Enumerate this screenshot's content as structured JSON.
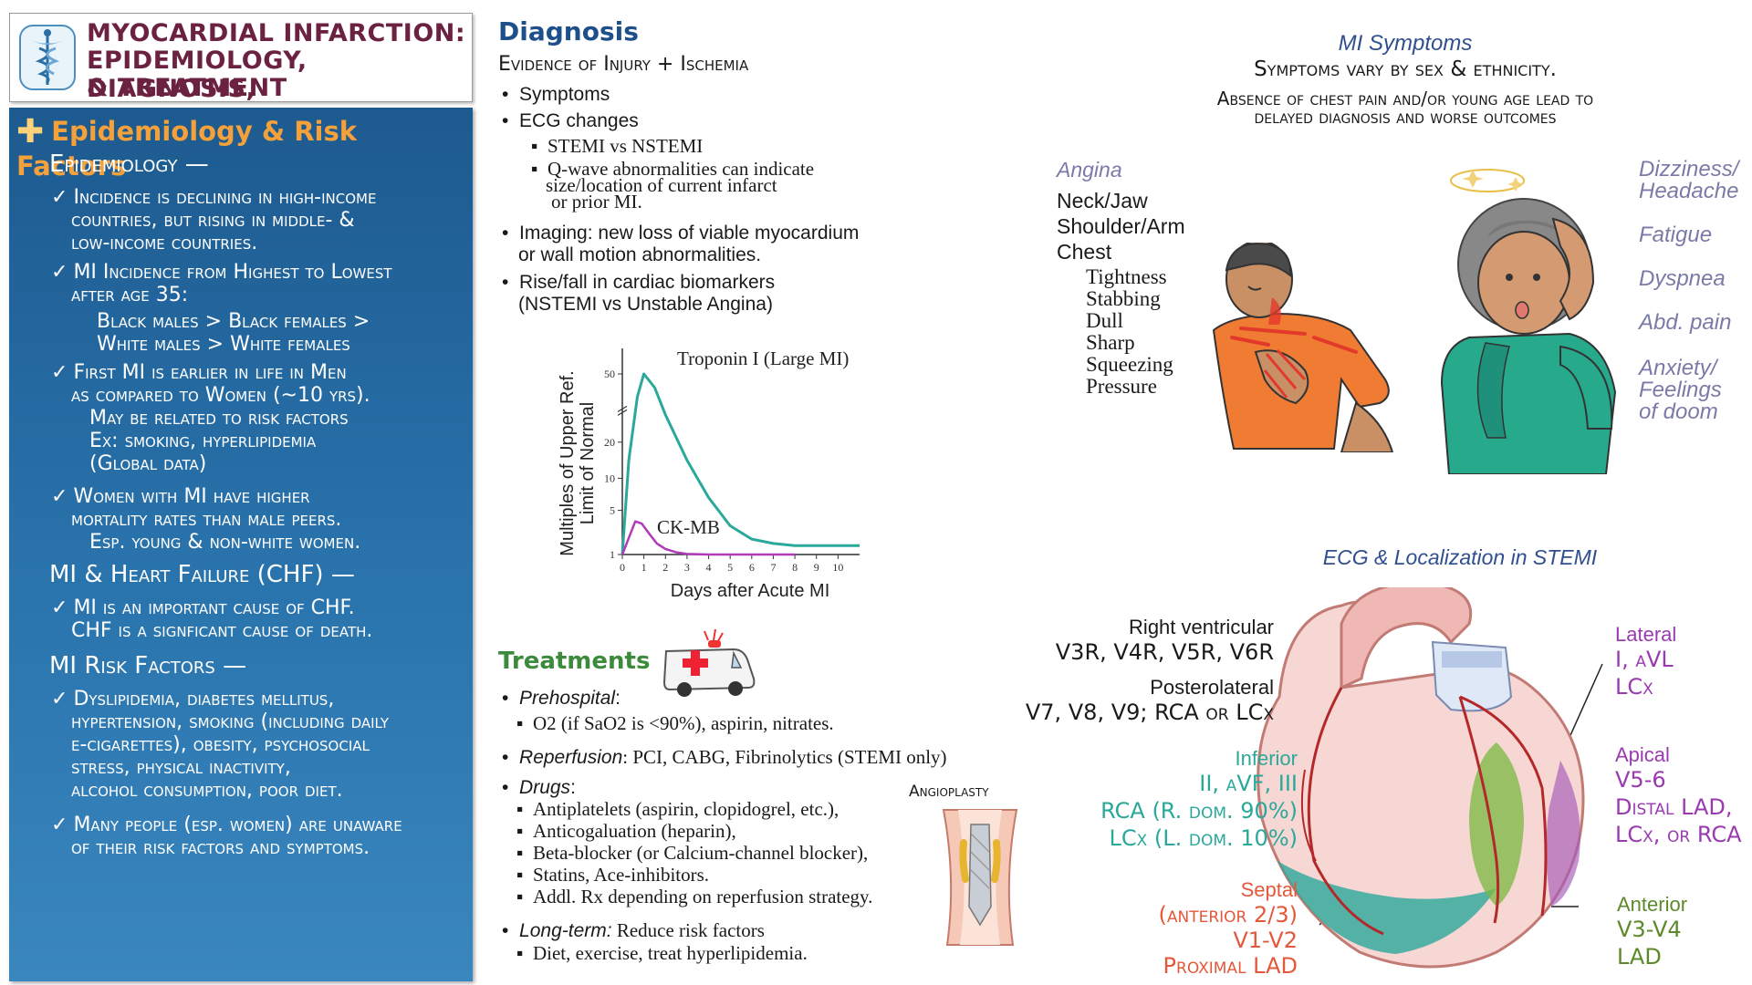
{
  "title": {
    "line1": "MYOCARDIAL INFARCTION:",
    "line2": "EPIDEMIOLOGY, DIAGNOSIS,",
    "line3": "& TREATMENT"
  },
  "epi": {
    "header": "Epidemiology & Risk Factors",
    "epidemiology_label": "Epidemiology —",
    "b1_l1": "Incidence is declining in high-income",
    "b1_l2": "countries, but rising in middle- &",
    "b1_l3": "low-income countries.",
    "b2_l1": "MI Incidence from Highest to Lowest",
    "b2_l2": "after age 35:",
    "b2_l3": "Black males > Black females >",
    "b2_l4": "White males > White females",
    "b3_l1": "First MI is earlier in life in Men",
    "b3_l2": "as compared to Women (~10 yrs).",
    "b3_l3": "May be related to risk factors",
    "b3_l4": "Ex: smoking, hyperlipidemia",
    "b3_l5": "(Global data)",
    "b4_l1": "Women with MI have higher",
    "b4_l2": "mortality rates than male peers.",
    "b4_l3": "Esp. young & non-white women.",
    "chf_label": "MI & Heart Failure  (CHF) —",
    "b5_l1": "MI is an important cause of CHF.",
    "b5_l2": "CHF is a signficant cause of death.",
    "rf_label": "MI  Risk Factors —",
    "b6_l1": "Dyslipidemia, diabetes mellitus,",
    "b6_l2": "hypertension, smoking (including daily",
    "b6_l3": "e-cigarettes), obesity, psychosocial",
    "b6_l4": "stress, physical inactivity,",
    "b6_l5": "alcohol consumption, poor diet.",
    "b7_l1": "Many people (esp. women) are unaware",
    "b7_l2": "of  their risk factors and symptoms."
  },
  "diagnosis": {
    "header": "Diagnosis",
    "sub": "Evidence of Injury + Ischemia",
    "d1": "Symptoms",
    "d2": "ECG changes",
    "d2a": "STEMI vs NSTEMI",
    "d2b_l1": "Q-wave abnormalities can indicate",
    "d2b_l2": "size/location of current infarct",
    "d2b_l3": "or prior MI.",
    "d3_l1": "Imaging: new loss of viable myocardium",
    "d3_l2": "or wall motion abnormalities.",
    "d4_l1": "Rise/fall in cardiac biomarkers",
    "d4_l2": "(NSTEMI vs Unstable Angina)"
  },
  "chart_data": {
    "type": "line",
    "xlabel": "Days after Acute MI",
    "ylabel_l1": "Multiples of Upper Ref.",
    "ylabel_l2": "Limit of Normal",
    "x_ticks": [
      0,
      1,
      2,
      3,
      4,
      5,
      6,
      7,
      8,
      9,
      10
    ],
    "y_ticks": [
      1,
      5,
      10,
      20,
      50
    ],
    "series": [
      {
        "name": "Troponin I (Large MI)",
        "color": "#2aa89a",
        "x": [
          0,
          0.3,
          0.7,
          1.0,
          1.5,
          2.0,
          3.0,
          4.0,
          5.0,
          6.0,
          7.0,
          8.0,
          9.0,
          10.0,
          11.0
        ],
        "y": [
          1,
          15,
          40,
          50,
          44,
          32,
          15,
          7,
          3.6,
          2.4,
          2.0,
          1.8,
          1.8,
          1.8,
          1.8
        ]
      },
      {
        "name": "CK-MB",
        "color": "#b03ab8",
        "x": [
          0,
          0.3,
          0.6,
          0.9,
          1.2,
          1.6,
          2.0,
          2.5,
          3.0,
          4.0,
          5.0,
          6.0,
          7.0,
          8.0
        ],
        "y": [
          1,
          2.5,
          4.0,
          3.8,
          3.0,
          2.0,
          1.5,
          1.2,
          1.05,
          1,
          1,
          1,
          1,
          1
        ]
      }
    ]
  },
  "treatments": {
    "header": "Treatments",
    "t1": "Prehospital",
    "t1_colon": ":",
    "t1a": "O2 (if SaO2 is <90%), aspirin, nitrates.",
    "t2": "Reperfusion",
    "t2_rest": ": PCI, CABG, Fibrinolytics (STEMI only)",
    "t3": "Drugs",
    "t3_colon": ":",
    "t3a": "Antiplatelets (aspirin, clopidogrel, etc.),",
    "t3b": "Anticogaluation (heparin),",
    "t3c": "Beta-blocker (or Calcium-channel blocker),",
    "t3d": "Statins, Ace-inhibitors.",
    "t3e": "Addl. Rx depending on reperfusion strategy.",
    "t4": "Long-term:",
    "t4_rest": " Reduce risk factors",
    "t4a": "Diet, exercise, treat hyperlipidemia.",
    "angioplasty_label": "Angioplasty"
  },
  "symptoms": {
    "header": "MI Symptoms",
    "line1": "Symptoms vary by sex & ethnicity.",
    "line2": "Absence of chest pain and/or young age lead to",
    "line3": "delayed diagnosis and worse outcomes",
    "angina": "Angina",
    "neck": "Neck/Jaw",
    "shoulder": "Shoulder/Arm",
    "chest": "Chest",
    "c1": "Tightness",
    "c2": "Stabbing",
    "c3": "Dull",
    "c4": "Sharp",
    "c5": "Squeezing",
    "c6": "Pressure",
    "r1a": "Dizziness/",
    "r1b": "Headache",
    "r2": "Fatigue",
    "r3": "Dyspnea",
    "r4": "Abd. pain",
    "r5a": "Anxiety/",
    "r5b": "Feelings",
    "r5c": "of doom"
  },
  "ecg": {
    "header": "ECG & Localization in STEMI",
    "rv_label": "Right ventricular",
    "rv_leads": "V3R, V4R, V5R, V6R",
    "pl_label": "Posterolateral",
    "pl_leads": "V7, V8, V9; RCA or LCx",
    "inf_label": "Inferior",
    "inf_leads": "II, aVF, III",
    "inf_a": "RCA (R. dom. 90%)",
    "inf_b": "LCx (L. dom. 10%)",
    "sep_label": "Septal",
    "sep_a": "(anterior 2/3)",
    "sep_b": "V1-V2",
    "sep_c": "Proximal LAD",
    "lat_label": "Lateral",
    "lat_a": "I, aVL",
    "lat_b": "LCx",
    "api_label": "Apical",
    "api_a": "V5-6",
    "api_b": "Distal LAD,",
    "api_c": "LCx, or RCA",
    "ant_label": "Anterior",
    "ant_a": "V3-V4",
    "ant_b": "LAD"
  },
  "colors": {
    "title": "#6b2140",
    "panel": "#1d5a8f",
    "accent_orange": "#f4a13b",
    "diagnosis_blue": "#1d4f8a",
    "treat_green": "#3c8a3c",
    "teal": "#2aa89a",
    "purple": "#9a3ab0",
    "septal": "#e4583a",
    "anterior": "#5c8a2a"
  }
}
